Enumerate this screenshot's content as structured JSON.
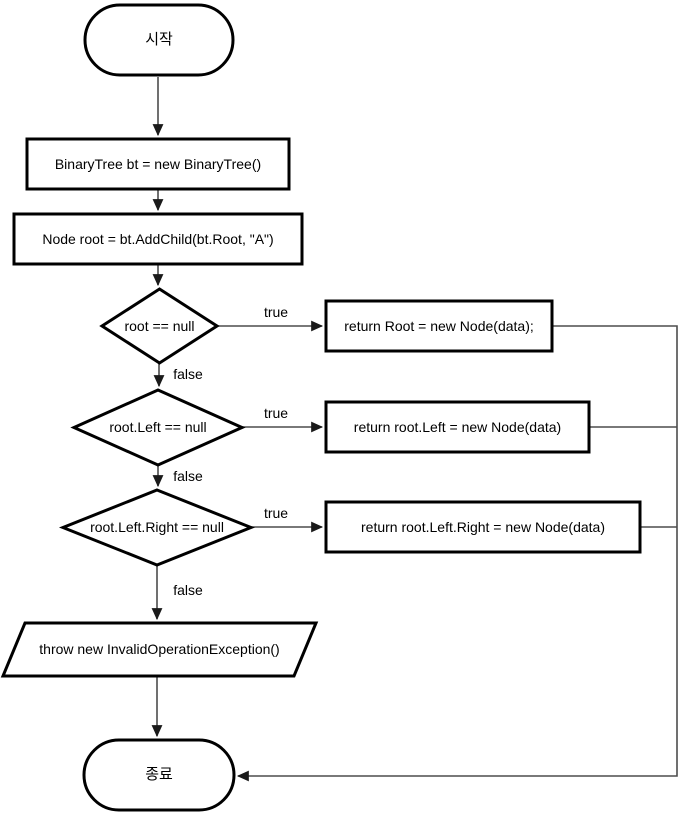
{
  "diagram": {
    "kind": "flowchart",
    "background_color": "#ffffff",
    "shape_stroke_color": "#000000",
    "connector_color": "#4d4d4d",
    "text_color": "#000000",
    "nodes": {
      "start": {
        "type": "terminator",
        "label": "시작"
      },
      "create_tree": {
        "type": "process",
        "label": "BinaryTree bt = new BinaryTree()"
      },
      "add_child": {
        "type": "process",
        "label": "Node root = bt.AddChild(bt.Root, \"A\")"
      },
      "check_root": {
        "type": "decision",
        "label": "root == null"
      },
      "return_root": {
        "type": "process",
        "label": "return Root = new Node(data);"
      },
      "check_left": {
        "type": "decision",
        "label": "root.Left == null"
      },
      "return_left": {
        "type": "process",
        "label": "return root.Left = new Node(data)"
      },
      "check_left_right": {
        "type": "decision",
        "label": "root.Left.Right == null"
      },
      "return_left_right": {
        "type": "process",
        "label": "return root.Left.Right = new Node(data)"
      },
      "throw_exception": {
        "type": "input-output",
        "label": "throw new InvalidOperationException()"
      },
      "end": {
        "type": "terminator",
        "label": "종료"
      }
    },
    "edge_labels": {
      "check_root_true": "true",
      "check_root_false": "false",
      "check_left_true": "true",
      "check_left_false": "false",
      "check_left_right_true": "true",
      "check_left_right_false": "false"
    }
  }
}
